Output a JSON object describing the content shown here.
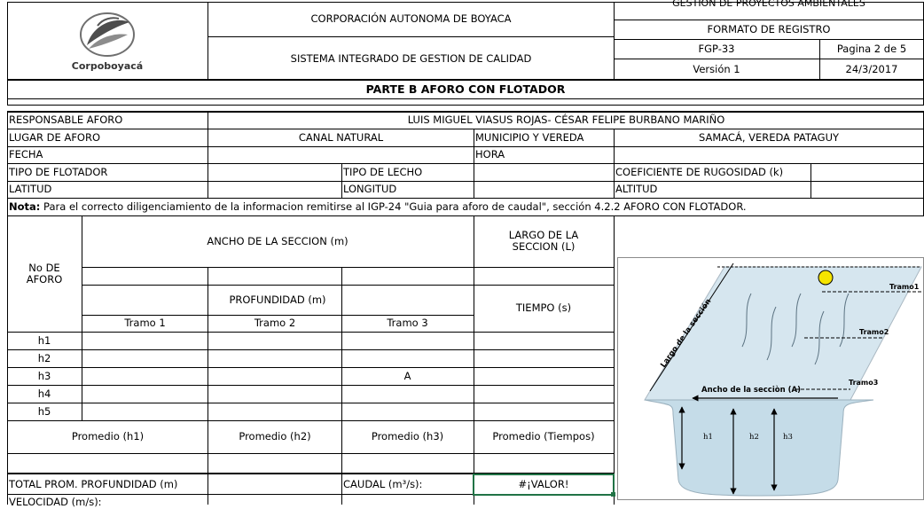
{
  "header": {
    "org_name": "CORPORACIÓN AUTONOMA DE BOYACA",
    "system_name": "SISTEMA INTEGRADO DE GESTION DE CALIDAD",
    "logo_text": "Corpoboyacá",
    "process": "GESTION DE PROYECTOS AMBIENTALES",
    "format": "FORMATO DE REGISTRO",
    "code": "FGP-33",
    "page": "Pagina 2 de 5",
    "version": "Versión 1",
    "date": "24/3/2017"
  },
  "section_title": "PARTE B AFORO CON FLOTADOR",
  "general": {
    "responsable_label": "RESPONSABLE AFORO",
    "responsable_value": "LUIS MIGUEL VIASUS ROJAS- CÉSAR FELIPE BURBANO MARIÑO",
    "lugar_label": "LUGAR DE AFORO",
    "lugar_value": "CANAL NATURAL",
    "municipio_label": "MUNICIPIO Y VEREDA",
    "municipio_value": "SAMACÁ, VEREDA PATAGUY",
    "fecha_label": "FECHA",
    "hora_label": "HORA",
    "tipo_flotador_label": "TIPO DE FLOTADOR",
    "tipo_lecho_label": "TIPO DE LECHO",
    "coef_label": "COEFICIENTE DE RUGOSIDAD (k)",
    "latitud_label": "LATITUD",
    "longitud_label": "LONGITUD",
    "altitud_label": "ALTITUD"
  },
  "note": {
    "prefix": "Nota:",
    "text": " Para el correcto diligenciamiento de la informacion remitirse al IGP-24 \"Guia para aforo de caudal\", sección 4.2.2 AFORO CON FLOTADOR."
  },
  "table": {
    "no_aforo": "No DE AFORO",
    "ancho": "ANCHO DE LA SECCION (m)",
    "largo": "LARGO DE LA SECCION (L)",
    "profundidad": "PROFUNDIDAD (m)",
    "tiempo": "TIEMPO (s)",
    "tramos": [
      "Tramo 1",
      "Tramo 2",
      "Tramo 3"
    ],
    "rows": [
      "h1",
      "h2",
      "h3",
      "h4",
      "h5"
    ],
    "h3_tramo3": "A",
    "promedios": [
      "Promedio (h1)",
      "Promedio (h2)",
      "Promedio (h3)",
      "Promedio (Tiempos)"
    ],
    "total_label": "TOTAL PROM. PROFUNDIDAD (m)",
    "caudal_label": "CAUDAL (m³/s):",
    "caudal_value": "#¡VALOR!",
    "velocidad_label": "VELOCIDAD (m/s):"
  },
  "diagram": {
    "largo_label": "Largo de la sección",
    "ancho_label": "Ancho de la secciòn (A)",
    "tramo1": "Tramo1",
    "tramo2": "Tramo2",
    "tramo3": "Tramo3",
    "h1": "h1",
    "h2": "h2",
    "h3": "h3",
    "float_color": "#f5e400",
    "water_color": "#d6e6ef"
  }
}
